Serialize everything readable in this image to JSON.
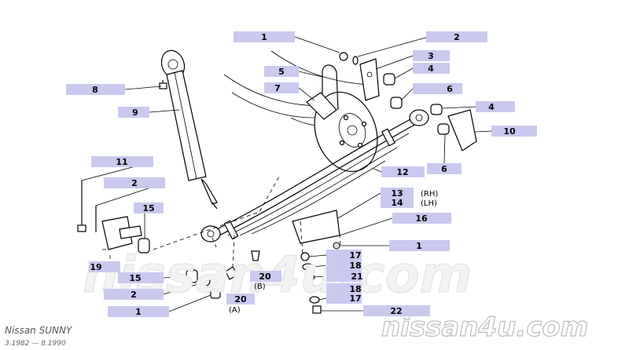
{
  "labels": {
    "l1a": "1",
    "l2a": "2",
    "l3": "3",
    "l4a": "4",
    "l5": "5",
    "l6a": "6",
    "l7": "7",
    "l4b": "4",
    "l8": "8",
    "l9": "9",
    "l10": "10",
    "l6b": "6",
    "l11": "11",
    "l12": "12",
    "l2b": "2",
    "l13": "13",
    "l14": "14",
    "l15a": "15",
    "l16": "16",
    "l1b": "1",
    "l19": "19",
    "l17a": "17",
    "l18a": "18",
    "l20a": "20",
    "l21": "21",
    "l15b": "15",
    "l18b": "18",
    "l2c": "2",
    "l17b": "17",
    "l20b": "20",
    "l1c": "1",
    "l22": "22"
  },
  "notes": {
    "rh": "(RH)",
    "lh": "(LH)",
    "b": "(B)",
    "a": "(A)"
  },
  "watermarks": {
    "center": "nissan4u.com",
    "corner": "nissan4u.com"
  },
  "model": {
    "name": "Nissan SUNNY",
    "years": "3.1982 — 8.1990"
  }
}
